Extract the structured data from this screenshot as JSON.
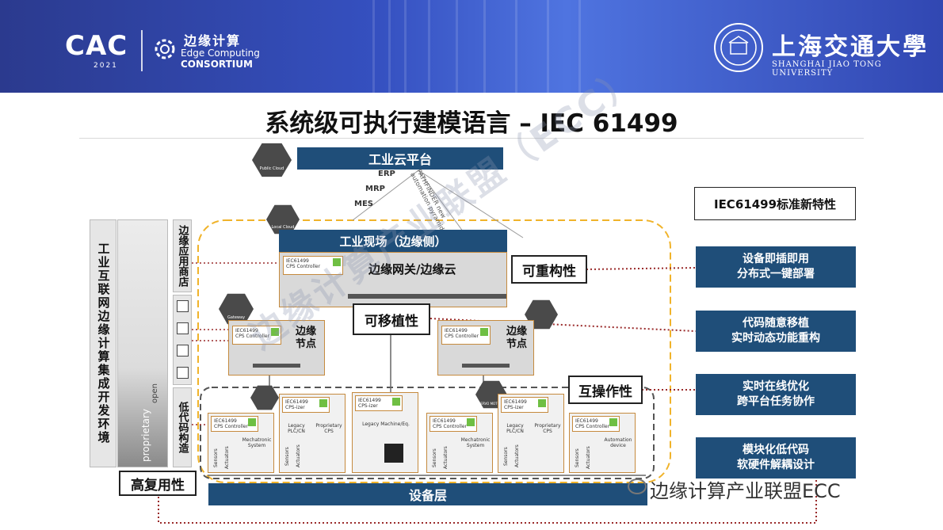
{
  "header": {
    "cac_logo": "CAC",
    "cac_year": "2021",
    "ecc_name_cn": "边缘计算",
    "ecc_name_en_1": "Edge Computing",
    "ecc_name_en_2": "CONSORTIUM",
    "university_cn": "上海交通大學",
    "university_en": "SHANGHAI JIAO TONG UNIVERSITY"
  },
  "title": "系统级可执行建模语言 – IEC 61499",
  "diagram": {
    "cloud_platform": "工业云平台",
    "public_cloud_icon": "Public Cloud",
    "stack_levels": [
      "ERP",
      "MRP",
      "MES"
    ],
    "pathfinder": "PATHFINDER new automation pyramid",
    "local_cloud_icon": "Local Cloud",
    "edge_site": "工业现场（边缘侧）",
    "edge_gateway": "边缘网关/边缘云",
    "edge_node": "边缘\n节点",
    "gateway_icon": "Gateway",
    "device_layer": "设备层",
    "left_panel": "工业互联网边缘计算集成开发环境",
    "proprietary": "proprietary",
    "open": "open",
    "app_store": "边缘应用商店",
    "low_code": "低代码构造",
    "cps_ctrl_title": "IEC61499",
    "cps_ctrl_sub": "CPS Controller",
    "cps_izer_sub": "CPS-izer",
    "servo_icon": "SERVO MOTORS",
    "dev_labels": {
      "mechatronic": "Mechatronic System",
      "proprietary_cps": "Proprietary CPS",
      "legacy_plc": "Legacy PLC/CN",
      "legacy_machine": "Legacy Machine/Eq.",
      "automation": "Automation device",
      "sensors": "Sensors",
      "actuators": "Actuators"
    }
  },
  "callouts": {
    "reconfigurable": "可重构性",
    "portable": "可移植性",
    "interoperable": "互操作性",
    "reusable": "高复用性"
  },
  "features": {
    "heading": "IEC61499标准新特性",
    "items": [
      [
        "设备即插即用",
        "分布式一键部署"
      ],
      [
        "代码随意移植",
        "实时动态功能重构"
      ],
      [
        "实时在线优化",
        "跨平台任务协作"
      ],
      [
        "模块化低代码",
        "软硬件解耦设计"
      ]
    ]
  },
  "watermark": "边缘计算产业联盟（ECC）",
  "footer_brand": "边缘计算产业联盟ECC",
  "colors": {
    "navy": "#1f4e79",
    "dashed_dark": "#555555",
    "dashed_orange": "#f0b32a",
    "dotted_red": "#9a2b2b",
    "box_border": "#c58a3e"
  }
}
